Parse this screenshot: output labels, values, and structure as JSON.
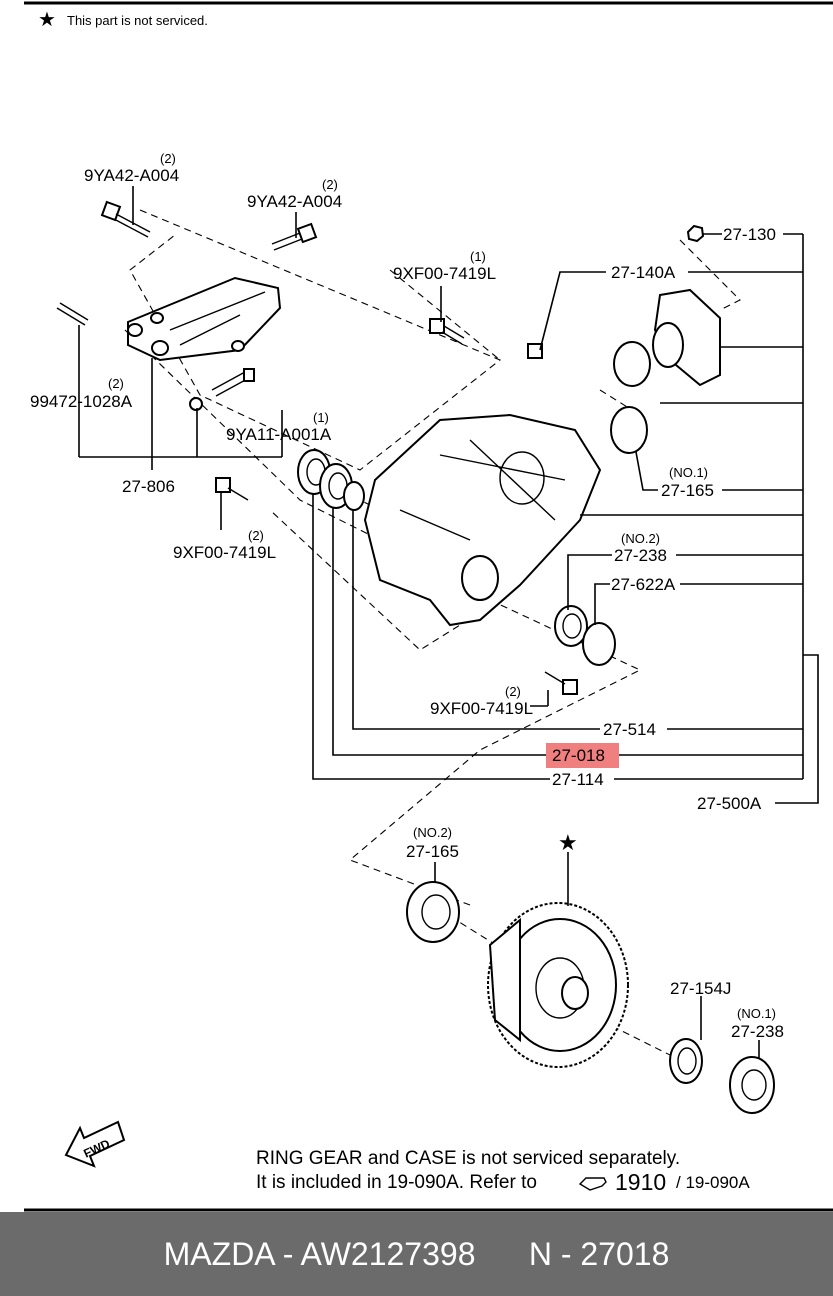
{
  "note": {
    "star": "★",
    "text": "This part is not serviced."
  },
  "callouts": {
    "c_9ya42_a": {
      "qty": "(2)",
      "label": "9YA42-A004"
    },
    "c_9ya42_b": {
      "qty": "(2)",
      "label": "9YA42-A004"
    },
    "c_9xf00_a": {
      "qty": "(1)",
      "label": "9XF00-7419L"
    },
    "c_99472": {
      "qty": "(2)",
      "label": "99472-1028A"
    },
    "c_9ya11": {
      "qty": "(1)",
      "label": "9YA11-A001A"
    },
    "c_27806": {
      "label": "27-806"
    },
    "c_9xf00_b": {
      "qty": "(2)",
      "label": "9XF00-7419L"
    },
    "c_9xf00_c": {
      "qty": "(2)",
      "label": "9XF00-7419L"
    },
    "c_27130": {
      "label": "27-130"
    },
    "c_27140a": {
      "label": "27-140A"
    },
    "c_27165_1": {
      "qty": "(NO.1)",
      "label": "27-165"
    },
    "c_27238_2": {
      "qty": "(NO.2)",
      "label": "27-238"
    },
    "c_27622a": {
      "label": "27-622A"
    },
    "c_27514": {
      "label": "27-514"
    },
    "c_27018": {
      "label": "27-018"
    },
    "c_27114": {
      "label": "27-114"
    },
    "c_27500a": {
      "label": "27-500A"
    },
    "c_27165_2": {
      "qty": "(NO.2)",
      "label": "27-165"
    },
    "c_star": {
      "label": "★"
    },
    "c_27154j": {
      "label": "27-154J"
    },
    "c_27238_1": {
      "qty": "(NO.1)",
      "label": "27-238"
    }
  },
  "fwd": "FWD",
  "footnote": {
    "line1": "RING GEAR and CASE is not serviced separately.",
    "line2": "It is included in 19-090A. Refer to",
    "ref_num": "1910",
    "ref_tail": "/ 19-090A"
  },
  "colors": {
    "highlight": "#f08080",
    "bar": "#6b6b6b"
  },
  "bottom_bar": {
    "brand": "MAZDA - AW2127398",
    "part": "N - 27018"
  }
}
